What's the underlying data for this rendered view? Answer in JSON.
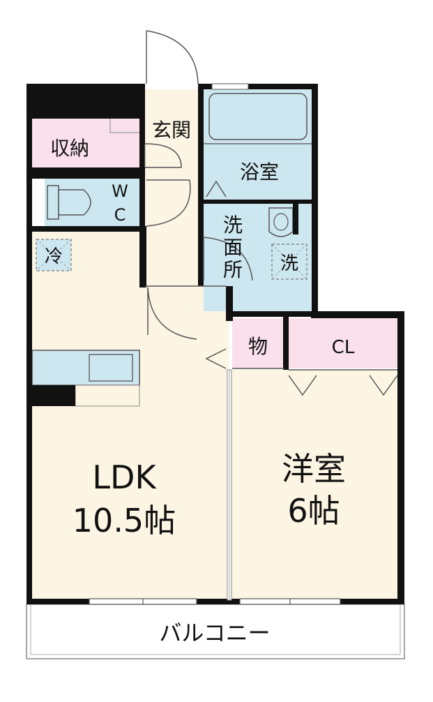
{
  "rooms": {
    "storage": "収納",
    "entrance": "玄関",
    "bath": "浴室",
    "wc_w": "W",
    "wc_c": "C",
    "washroom_1": "洗",
    "washroom_2": "面",
    "washroom_3": "所",
    "fridge": "冷",
    "washer": "洗",
    "closet": "物",
    "cl": "CL",
    "ldk_name": "LDK",
    "ldk_size": "10.5帖",
    "western_name": "洋室",
    "western_size": "6帖",
    "balcony": "バルコニー"
  },
  "colors": {
    "wall": "#111111",
    "floor": "#fcf5e3",
    "wet": "#cde7f1",
    "storage": "#f9e0eb",
    "balcony": "#ffffff"
  }
}
